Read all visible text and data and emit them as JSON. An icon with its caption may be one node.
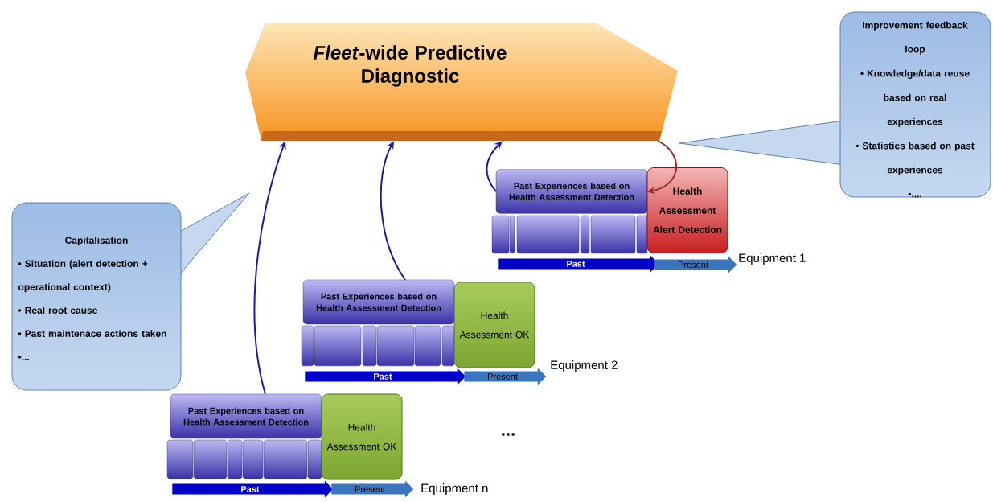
{
  "diagram": {
    "nodes": [
      {
        "text": [
          "*Fleet*-wide Predictive Diagnostic"
        ]
      },
      {
        "text": [
          "Improvement feedback loop",
          "• Knowledge/data reuse based on real experiences",
          "• Statistics based on past experiences",
          "•...."
        ]
      },
      {
        "text": [
          "Capitalisation",
          "• Situation (alert detection + operational context)",
          "• Real root cause",
          "• Past maintenace actions taken",
          "•..."
        ]
      },
      {
        "text": [
          "Past Experiences based on Health Assessment Detection"
        ]
      },
      {
        "text": [
          "Health Assessment Alert Detection"
        ]
      },
      {
        "text": [
          "Past"
        ]
      },
      {
        "text": [
          "Present"
        ],
        "beside": [
          "Equipment 1"
        ]
      },
      {
        "text": [
          "Past Experiences based on Health Assessment Detection"
        ]
      },
      {
        "text": [
          "Health Assessment OK"
        ]
      },
      {
        "text": [
          "Past"
        ]
      },
      {
        "text": [
          "Present"
        ],
        "beside": [
          "Equipment 2"
        ]
      },
      {
        "text": [
          "Past Experiences based on Health Assessment Detection"
        ]
      },
      {
        "text": [
          "Health Assessment OK"
        ]
      },
      {
        "text": [
          "Past"
        ]
      },
      {
        "text": [
          "Present"
        ],
        "beside": [
          "Equipment n"
        ]
      }
    ],
    "edges": [
      {
        "from": 3,
        "to": 0,
        "arrow": "to"
      },
      {
        "from": 7,
        "to": 0,
        "arrow": "to"
      },
      {
        "from": 11,
        "to": 0,
        "arrow": "to"
      },
      {
        "from": 0,
        "to": 4,
        "arrow": "to",
        "color": "#9b2c2c"
      }
    ],
    "labels": [
      "..."
    ]
  }
}
